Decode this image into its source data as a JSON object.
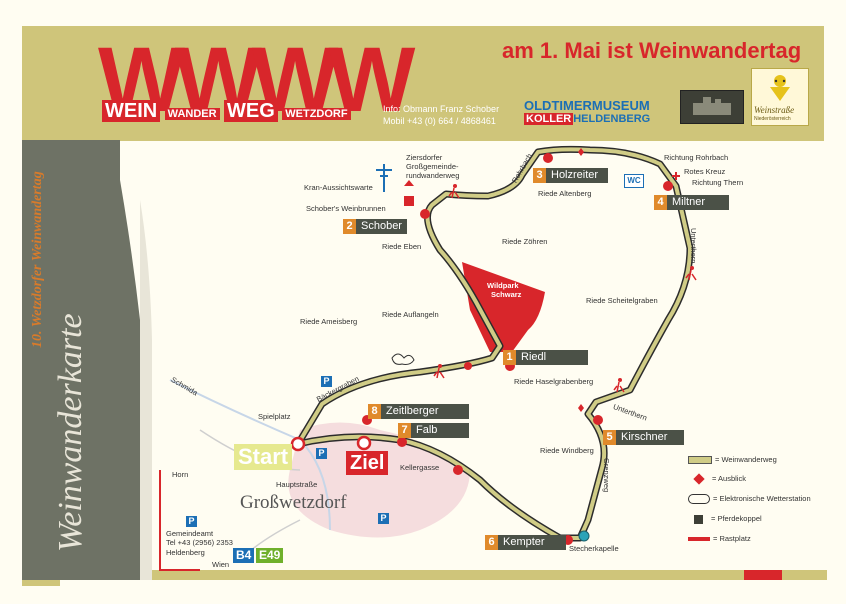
{
  "header": {
    "logo_letters": "WWWW",
    "logo_words": [
      "WEIN",
      "WANDER",
      "WEG",
      "WETZDORF"
    ],
    "tagline_prefix": "am 1. Mai",
    "tagline_suffix": "ist Weinwandertag",
    "info_line1": "Info: Obmann Franz Schober",
    "info_line2": "Mobil +43 (0) 664 / 4868461",
    "museum_line1": "OLDTIMERMUSEUM",
    "museum_line2": "KOLLER",
    "museum_line3": "HELDENBERG",
    "weinstrasse_line1": "Weinstraße",
    "weinstrasse_line2": "Niederösterreich"
  },
  "sidebar": {
    "edition": "10. Wetzdorfer Weinwandertag",
    "title": "Weinwanderkarte"
  },
  "stations": [
    {
      "num": "1",
      "name": "Riedl"
    },
    {
      "num": "2",
      "name": "Schober"
    },
    {
      "num": "3",
      "name": "Holzreiter"
    },
    {
      "num": "4",
      "name": "Miltner"
    },
    {
      "num": "5",
      "name": "Kirschner"
    },
    {
      "num": "6",
      "name": "Kempter"
    },
    {
      "num": "7",
      "name": "Falb"
    },
    {
      "num": "8",
      "name": "Zeitlberger"
    }
  ],
  "labels": {
    "start": "Start",
    "ziel": "Ziel",
    "town": "Großwetzdorf",
    "hauptstrasse": "Hauptstraße",
    "kellergasse": "Kellergasse",
    "baeckergraben": "Bäckergraben",
    "spielplatz": "Spielplatz",
    "schmida": "Schmida",
    "horn": "Horn",
    "gemeindeamt": "Gemeindeamt",
    "tel": "Tel +43 (2956) 2353",
    "heldenberg": "Heldenberg",
    "wien": "Wien",
    "b4": "B4",
    "e49": "E49",
    "kran": "Kran-Aussichtswarte",
    "weinbrunnen": "Schober's Weinbrunnen",
    "ziersdorfer1": "Ziersdorfer",
    "ziersdorfer2": "Großgemeinde-",
    "ziersdorfer3": "rundwanderweg",
    "rohrbach": "Rohrbach",
    "riede_altenberg": "Riede Altenberg",
    "richtung_rohrbach": "Richtung Rohrbach",
    "rotes_kreuz": "Rotes Kreuz",
    "richtung_thern": "Richtung Thern",
    "wc": "WC",
    "riede_eben": "Riede Eben",
    "riede_zoehren": "Riede Zöhren",
    "wildpark1": "Wildpark",
    "wildpark2": "Schwarz",
    "unterthern": "Unterthern",
    "riede_scheitelgraben": "Riede Scheitelgraben",
    "riede_ameisberg": "Riede Ameisberg",
    "riede_auflangeln": "Riede Auflangeln",
    "riede_haselgrabenberg": "Riede Haselgrabenberg",
    "unterthern2": "Unterthern",
    "riede_windberg": "Riede Windberg",
    "grenzweg": "Grenzweg",
    "stecherkapelle": "Stecherkapelle",
    "parking": "P"
  },
  "legend": [
    {
      "text": "= Weinwanderweg"
    },
    {
      "text": "= Ausblick"
    },
    {
      "text": "= Elektronische Wetterstation"
    },
    {
      "text": "= Pferdekoppel"
    },
    {
      "text": "= Rastplatz"
    }
  ],
  "colors": {
    "band": "#cfc57a",
    "red": "#d8262b",
    "orange": "#e08a2b",
    "dark": "#4b5147",
    "route": "#d0cc86",
    "start_bg": "#e6e98f",
    "museum_blue": "#1c6fb5"
  }
}
